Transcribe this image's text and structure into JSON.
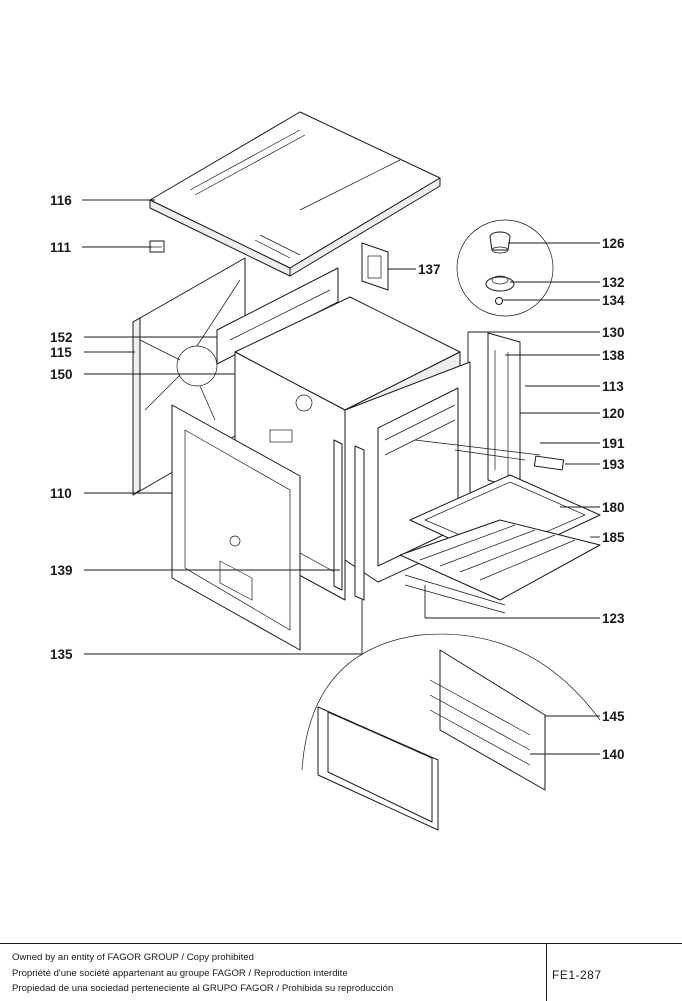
{
  "callouts": [
    {
      "id": "116",
      "label": "116"
    },
    {
      "id": "111",
      "label": "111"
    },
    {
      "id": "137",
      "label": "137"
    },
    {
      "id": "126",
      "label": "126"
    },
    {
      "id": "132",
      "label": "132"
    },
    {
      "id": "134",
      "label": "134"
    },
    {
      "id": "152",
      "label": "152"
    },
    {
      "id": "130",
      "label": "130"
    },
    {
      "id": "115",
      "label": "115"
    },
    {
      "id": "138",
      "label": "138"
    },
    {
      "id": "150",
      "label": "150"
    },
    {
      "id": "113",
      "label": "113"
    },
    {
      "id": "120",
      "label": "120"
    },
    {
      "id": "191",
      "label": "191"
    },
    {
      "id": "193",
      "label": "193"
    },
    {
      "id": "110",
      "label": "110"
    },
    {
      "id": "180",
      "label": "180"
    },
    {
      "id": "185",
      "label": "185"
    },
    {
      "id": "139",
      "label": "139"
    },
    {
      "id": "123",
      "label": "123"
    },
    {
      "id": "135",
      "label": "135"
    },
    {
      "id": "145",
      "label": "145"
    },
    {
      "id": "140",
      "label": "140"
    }
  ],
  "footer": {
    "notes": [
      "Owned by an entity of FAGOR GROUP / Copy prohibited",
      "Propriété d'une société appartenant au groupe FAGOR / Reproduction interdite",
      "Propiedad de una sociedad perteneciente al GRUPO FAGOR / Prohibida su reproducción"
    ],
    "reference_code": "FE1-287"
  }
}
